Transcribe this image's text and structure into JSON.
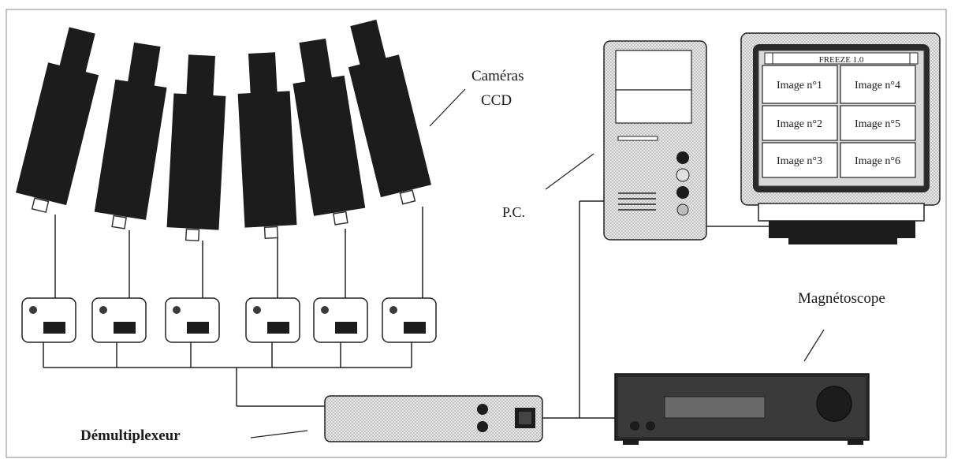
{
  "labels": {
    "cameras_line1": "Caméras",
    "cameras_line2": "CCD",
    "pc": "P.C.",
    "recorder": "Magnétoscope",
    "demux": "Démultiplexeur"
  },
  "screen": {
    "title": "FREEZE 1.0",
    "tiles": [
      "Image n°1",
      "Image n°4",
      "Image n°2",
      "Image n°5",
      "Image n°3",
      "Image n°6"
    ]
  },
  "cameras": [
    {
      "id": 1,
      "angle": 14
    },
    {
      "id": 2,
      "angle": 9
    },
    {
      "id": 3,
      "angle": 3
    },
    {
      "id": 4,
      "angle": -3
    },
    {
      "id": 5,
      "angle": -9
    },
    {
      "id": 6,
      "angle": -14
    }
  ],
  "colors": {
    "camera_body": "#1c1c1c",
    "box_fill": "#ffffff",
    "led": "#3a3a3a",
    "screen_bg": "#d9d9d9",
    "tile_bg": "#ffffff",
    "demux_fill": "#e3e3e3",
    "recorder_fill": "#2a2a2a",
    "pc_button_light": "#e0e0e0"
  }
}
